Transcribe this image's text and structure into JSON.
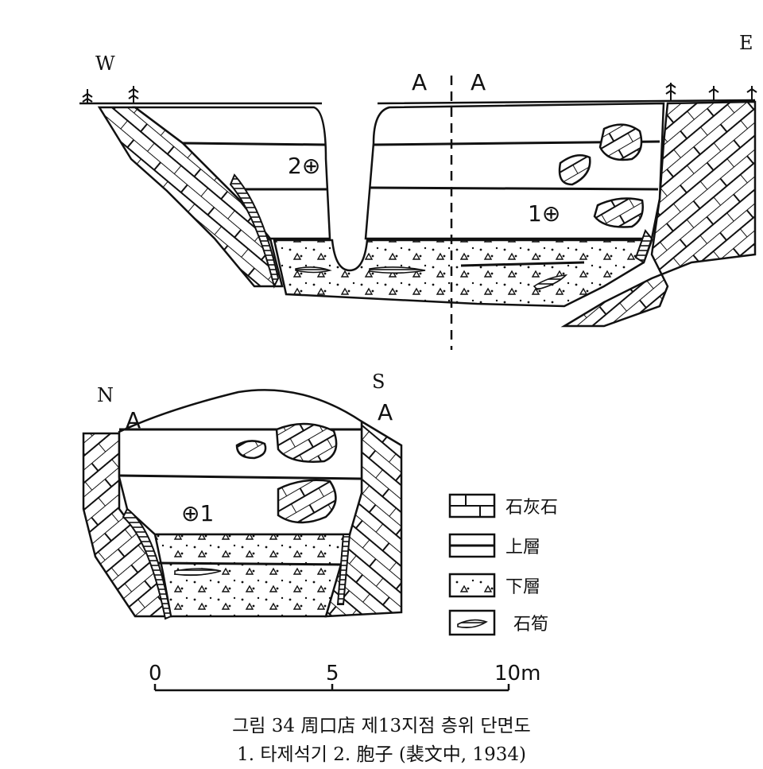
{
  "labels": {
    "upper_west": "W",
    "upper_east": "E",
    "section_line_left": "A",
    "section_line_right": "A",
    "marker_2": "2⊕",
    "marker_1": "1⊕",
    "lower_north": "N",
    "lower_south": "S",
    "lower_a_left": "A",
    "lower_a_right": "A",
    "lower_marker_1": "⊕1"
  },
  "legend": [
    {
      "id": "limestone",
      "label": "石灰石"
    },
    {
      "id": "upper",
      "label": "上層"
    },
    {
      "id": "lower",
      "label": "下層"
    },
    {
      "id": "hearth",
      "label": "石筍"
    }
  ],
  "scale": {
    "ticks": [
      "0",
      "5",
      "10m"
    ]
  },
  "caption": {
    "title": "그림 34  周口店 제13지점 층위 단면도",
    "subtitle": "1. 타제석기 2. 胞子 (裴文中, 1934)"
  }
}
